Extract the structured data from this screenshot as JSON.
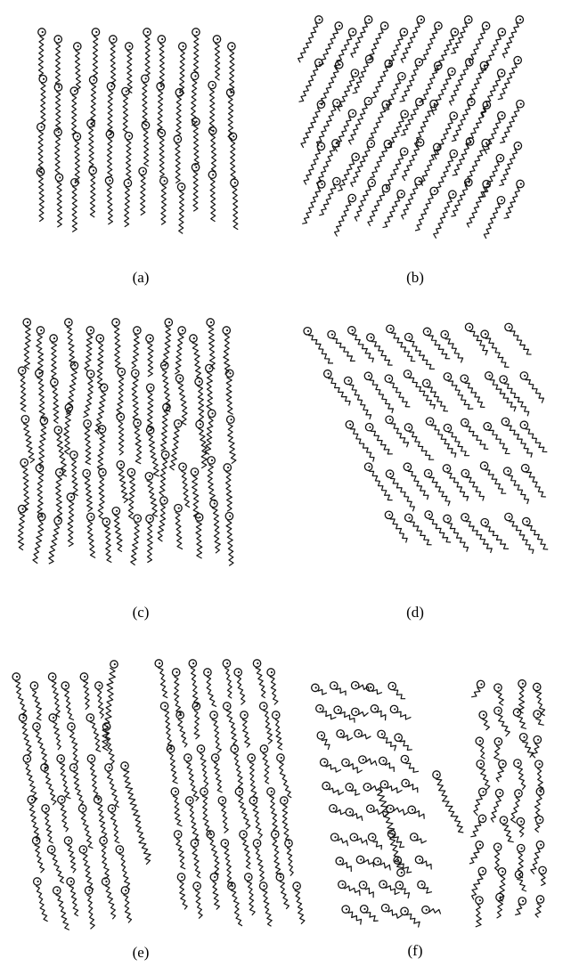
{
  "figure": {
    "panels": [
      {
        "id": "a",
        "label": "(a)",
        "pattern": "vertical-ordered"
      },
      {
        "id": "b",
        "label": "(b)",
        "pattern": "tilted-ordered"
      },
      {
        "id": "c",
        "label": "(c)",
        "pattern": "vertical-disordered"
      },
      {
        "id": "d",
        "label": "(d)",
        "pattern": "tilted-disordered"
      },
      {
        "id": "e",
        "label": "(e)",
        "pattern": "split-domains"
      },
      {
        "id": "f",
        "label": "(f)",
        "pattern": "split-coiled"
      }
    ],
    "colors": {
      "ink": "#111111",
      "background": "#ffffff"
    },
    "molecule_description": "circle headgroup with zigzag alkyl tail"
  }
}
